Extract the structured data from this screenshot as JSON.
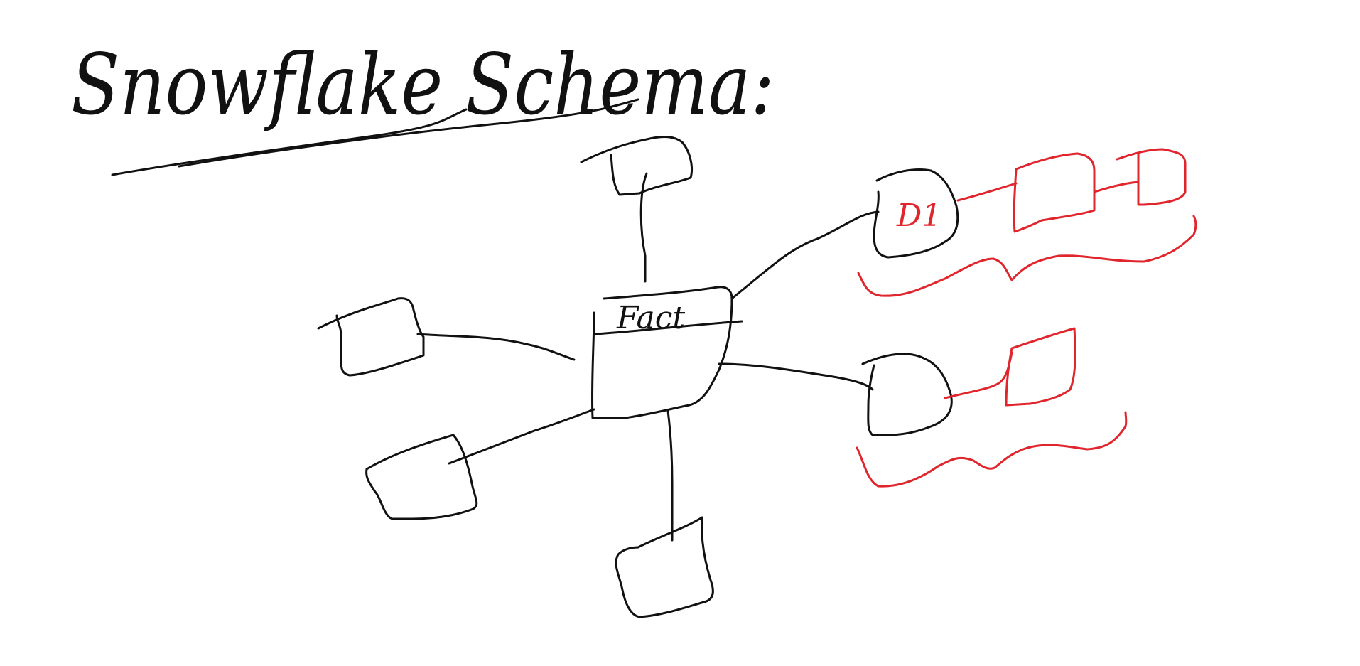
{
  "title": {
    "text": "Snowflake Schema:"
  },
  "fact": {
    "label": "Fact"
  },
  "dimension": {
    "label": "D1"
  },
  "colors": {
    "ink": "#111111",
    "accent": "#e0252d",
    "background": "#ffffff"
  }
}
